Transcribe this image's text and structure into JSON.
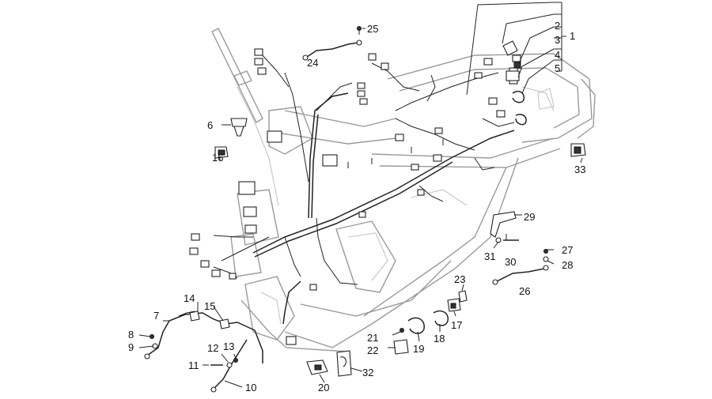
{
  "callouts": [
    {
      "id": "c1",
      "text": "1"
    },
    {
      "id": "c2",
      "text": "2"
    },
    {
      "id": "c3",
      "text": "3"
    },
    {
      "id": "c4",
      "text": "4"
    },
    {
      "id": "c5",
      "text": "5"
    },
    {
      "id": "c6",
      "text": "6"
    },
    {
      "id": "c7",
      "text": "7"
    },
    {
      "id": "c8",
      "text": "8"
    },
    {
      "id": "c9",
      "text": "9"
    },
    {
      "id": "c10",
      "text": "10"
    },
    {
      "id": "c11",
      "text": "11"
    },
    {
      "id": "c12",
      "text": "12"
    },
    {
      "id": "c13",
      "text": "13"
    },
    {
      "id": "c14",
      "text": "14"
    },
    {
      "id": "c15",
      "text": "15"
    },
    {
      "id": "c16",
      "text": "16"
    },
    {
      "id": "c17",
      "text": "17"
    },
    {
      "id": "c18",
      "text": "18"
    },
    {
      "id": "c19",
      "text": "19"
    },
    {
      "id": "c20",
      "text": "20"
    },
    {
      "id": "c21",
      "text": "21"
    },
    {
      "id": "c22",
      "text": "22"
    },
    {
      "id": "c23",
      "text": "23"
    },
    {
      "id": "c24",
      "text": "24"
    },
    {
      "id": "c25",
      "text": "25"
    },
    {
      "id": "c26",
      "text": "26"
    },
    {
      "id": "c27",
      "text": "27"
    },
    {
      "id": "c28",
      "text": "28"
    },
    {
      "id": "c29",
      "text": "29"
    },
    {
      "id": "c30",
      "text": "30"
    },
    {
      "id": "c31",
      "text": "31"
    },
    {
      "id": "c32",
      "text": "32"
    },
    {
      "id": "c33",
      "text": "33"
    }
  ],
  "colors": {
    "ink": "#222222",
    "frame": "#9a9a9a",
    "background": "#ffffff"
  }
}
